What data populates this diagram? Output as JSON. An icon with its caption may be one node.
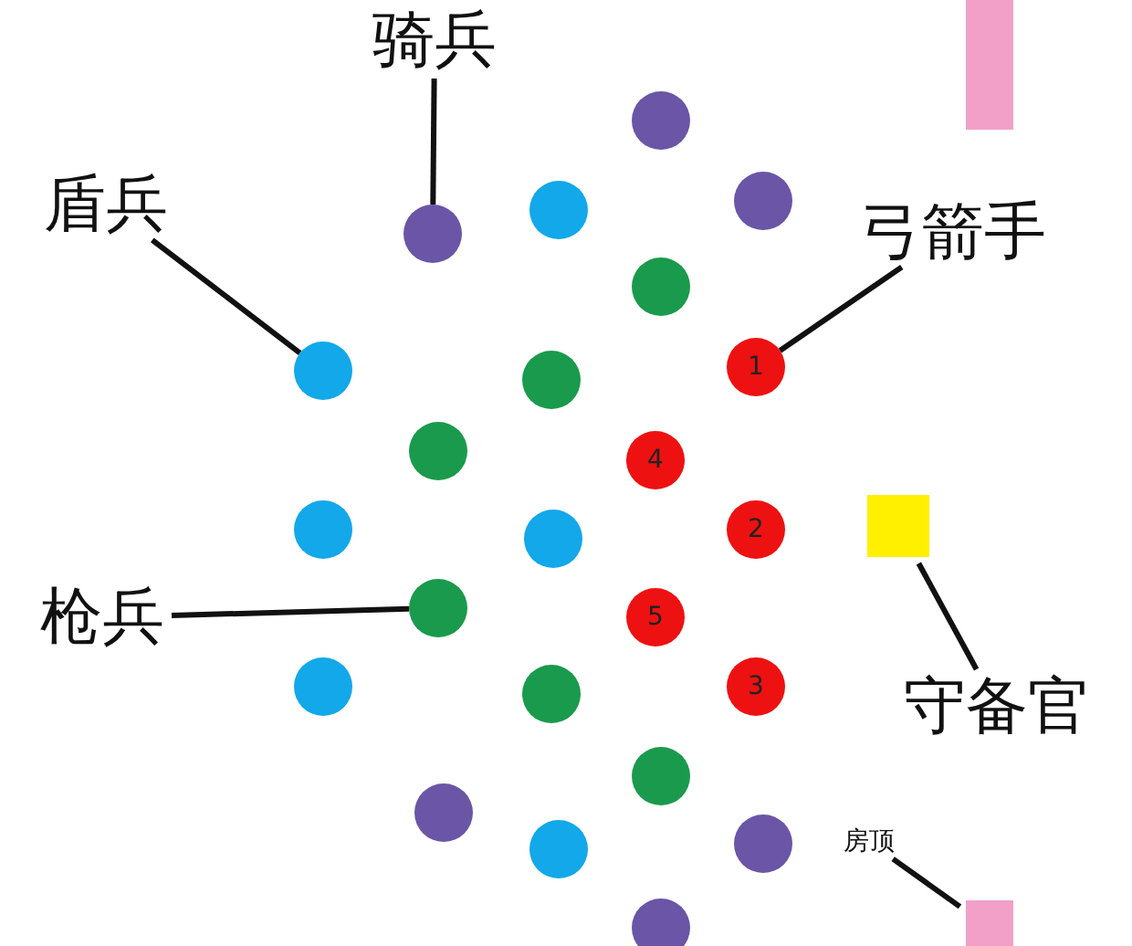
{
  "diagram": {
    "nodes": [
      {
        "text": [],
        "shape": "bar"
      },
      {
        "text": [
          "骑兵"
        ]
      },
      {
        "text": [],
        "shape": "circle"
      },
      {
        "text": [
          "盾兵"
        ]
      },
      {
        "text": [],
        "shape": "circle"
      },
      {
        "text": [],
        "shape": "circle"
      },
      {
        "text": [
          "弓箭手"
        ]
      },
      {
        "text": [],
        "shape": "circle"
      },
      {
        "text": [],
        "shape": "circle"
      },
      {
        "text": [],
        "shape": "circle"
      },
      {
        "text": [
          "1"
        ]
      },
      {
        "text": [],
        "shape": "circle"
      },
      {
        "text": [],
        "shape": "circle"
      },
      {
        "text": [
          "4"
        ]
      },
      {
        "text": [],
        "shape": "box"
      },
      {
        "text": [],
        "shape": "circle"
      },
      {
        "text": [
          "2"
        ]
      },
      {
        "text": [],
        "shape": "circle"
      },
      {
        "text": [],
        "shape": "circle"
      },
      {
        "text": [
          "枪兵"
        ]
      },
      {
        "text": [
          "5"
        ]
      },
      {
        "text": [],
        "shape": "circle"
      },
      {
        "text": [
          "3"
        ]
      },
      {
        "text": [],
        "shape": "circle"
      },
      {
        "text": [
          "守备官"
        ]
      },
      {
        "text": [],
        "shape": "circle"
      },
      {
        "text": [],
        "shape": "circle"
      },
      {
        "text": [
          "房顶"
        ]
      },
      {
        "text": [],
        "shape": "circle"
      },
      {
        "text": [],
        "shape": "circle"
      },
      {
        "text": [],
        "shape": "circle"
      },
      {
        "text": [],
        "shape": "bar"
      }
    ],
    "edges": [
      {
        "from": 1,
        "to": 7,
        "arrow": "none"
      },
      {
        "from": 3,
        "to": 9,
        "arrow": "none"
      },
      {
        "from": 6,
        "to": 10,
        "arrow": "none"
      },
      {
        "from": 19,
        "to": 18,
        "arrow": "none"
      },
      {
        "from": 24,
        "to": 14,
        "arrow": "none"
      },
      {
        "from": 27,
        "to": 31,
        "arrow": "none"
      }
    ]
  }
}
